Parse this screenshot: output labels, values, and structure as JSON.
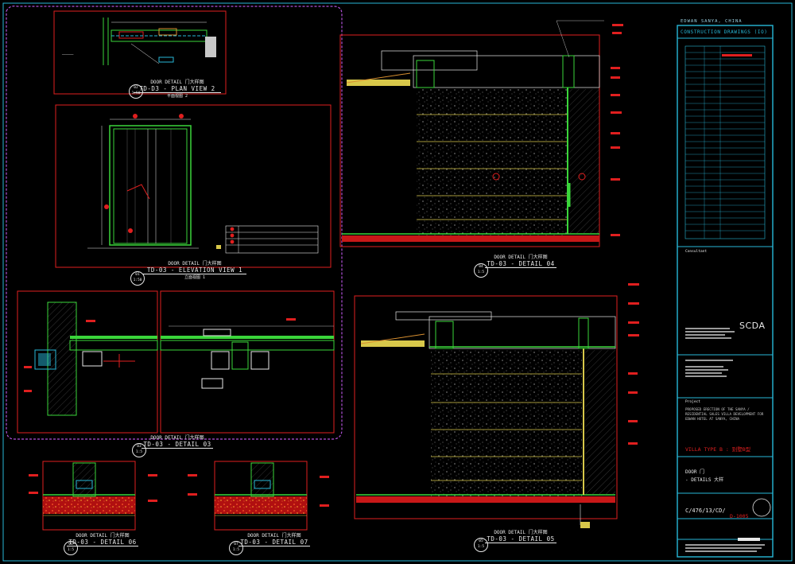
{
  "sheet": {
    "project_location": "EDWAN SANYA, CHINA",
    "title_box_heading": "CONSTRUCTION DRAWINGS (IO)",
    "firm": "SCDA",
    "villa_type": "VILLA TYPE B : 别墅B型",
    "drawing_title_1": "DOOR 门",
    "drawing_title_2": "- DETAILS 大样",
    "drawing_number": "C/476/13/CD/",
    "revision": "D-1005",
    "stamp_label": "Consultant",
    "project_label": "Project",
    "project_text": "PROPOSED ERECTION OF THE SANYA / RESIDENTIAL SALES VILLA DEVELOPMENT FOR EDWAN HOTEL AT SANYA, CHINA"
  },
  "views": [
    {
      "id": "plan2",
      "tag": "DOOR DETAIL 门大样图",
      "code": "TD-D3 - PLAN VIEW 2",
      "sub": "平面视图 2",
      "num": "02",
      "scale": "1:50"
    },
    {
      "id": "elev1",
      "tag": "DOOR DETAIL 门大样图",
      "code": "TD-03 - ELEVATION VIEW 1",
      "sub": "立面视图 1",
      "num": "01",
      "scale": "1:50"
    },
    {
      "id": "det03",
      "tag": "DOOR DETAIL 门大样图",
      "code": "TD-03 - DETAIL 03",
      "sub": "",
      "num": "03",
      "scale": "1:5"
    },
    {
      "id": "det04",
      "tag": "DOOR DETAIL 门大样图",
      "code": "TD-03 - DETAIL 04",
      "sub": "",
      "num": "04",
      "scale": "1:5"
    },
    {
      "id": "det05",
      "tag": "DOOR DETAIL 门大样图",
      "code": "TD-03 - DETAIL 05",
      "sub": "",
      "num": "05",
      "scale": "1:5"
    },
    {
      "id": "det06",
      "tag": "DOOR DETAIL 门大样图",
      "code": "TD-03 - DETAIL 06",
      "sub": "",
      "num": "06",
      "scale": "1:5"
    },
    {
      "id": "det07",
      "tag": "DOOR DETAIL 门大样图",
      "code": "TD-03 - DETAIL 07",
      "sub": "",
      "num": "07",
      "scale": "1:5"
    }
  ],
  "colors": {
    "frame": "#e01f1f",
    "green": "#3ad63a",
    "cyan": "#27b8d8",
    "yellow": "#d8c84a",
    "magenta": "#b050d8",
    "white": "#e8e8e8",
    "orange": "#d89030",
    "red_fill": "#c81818"
  }
}
